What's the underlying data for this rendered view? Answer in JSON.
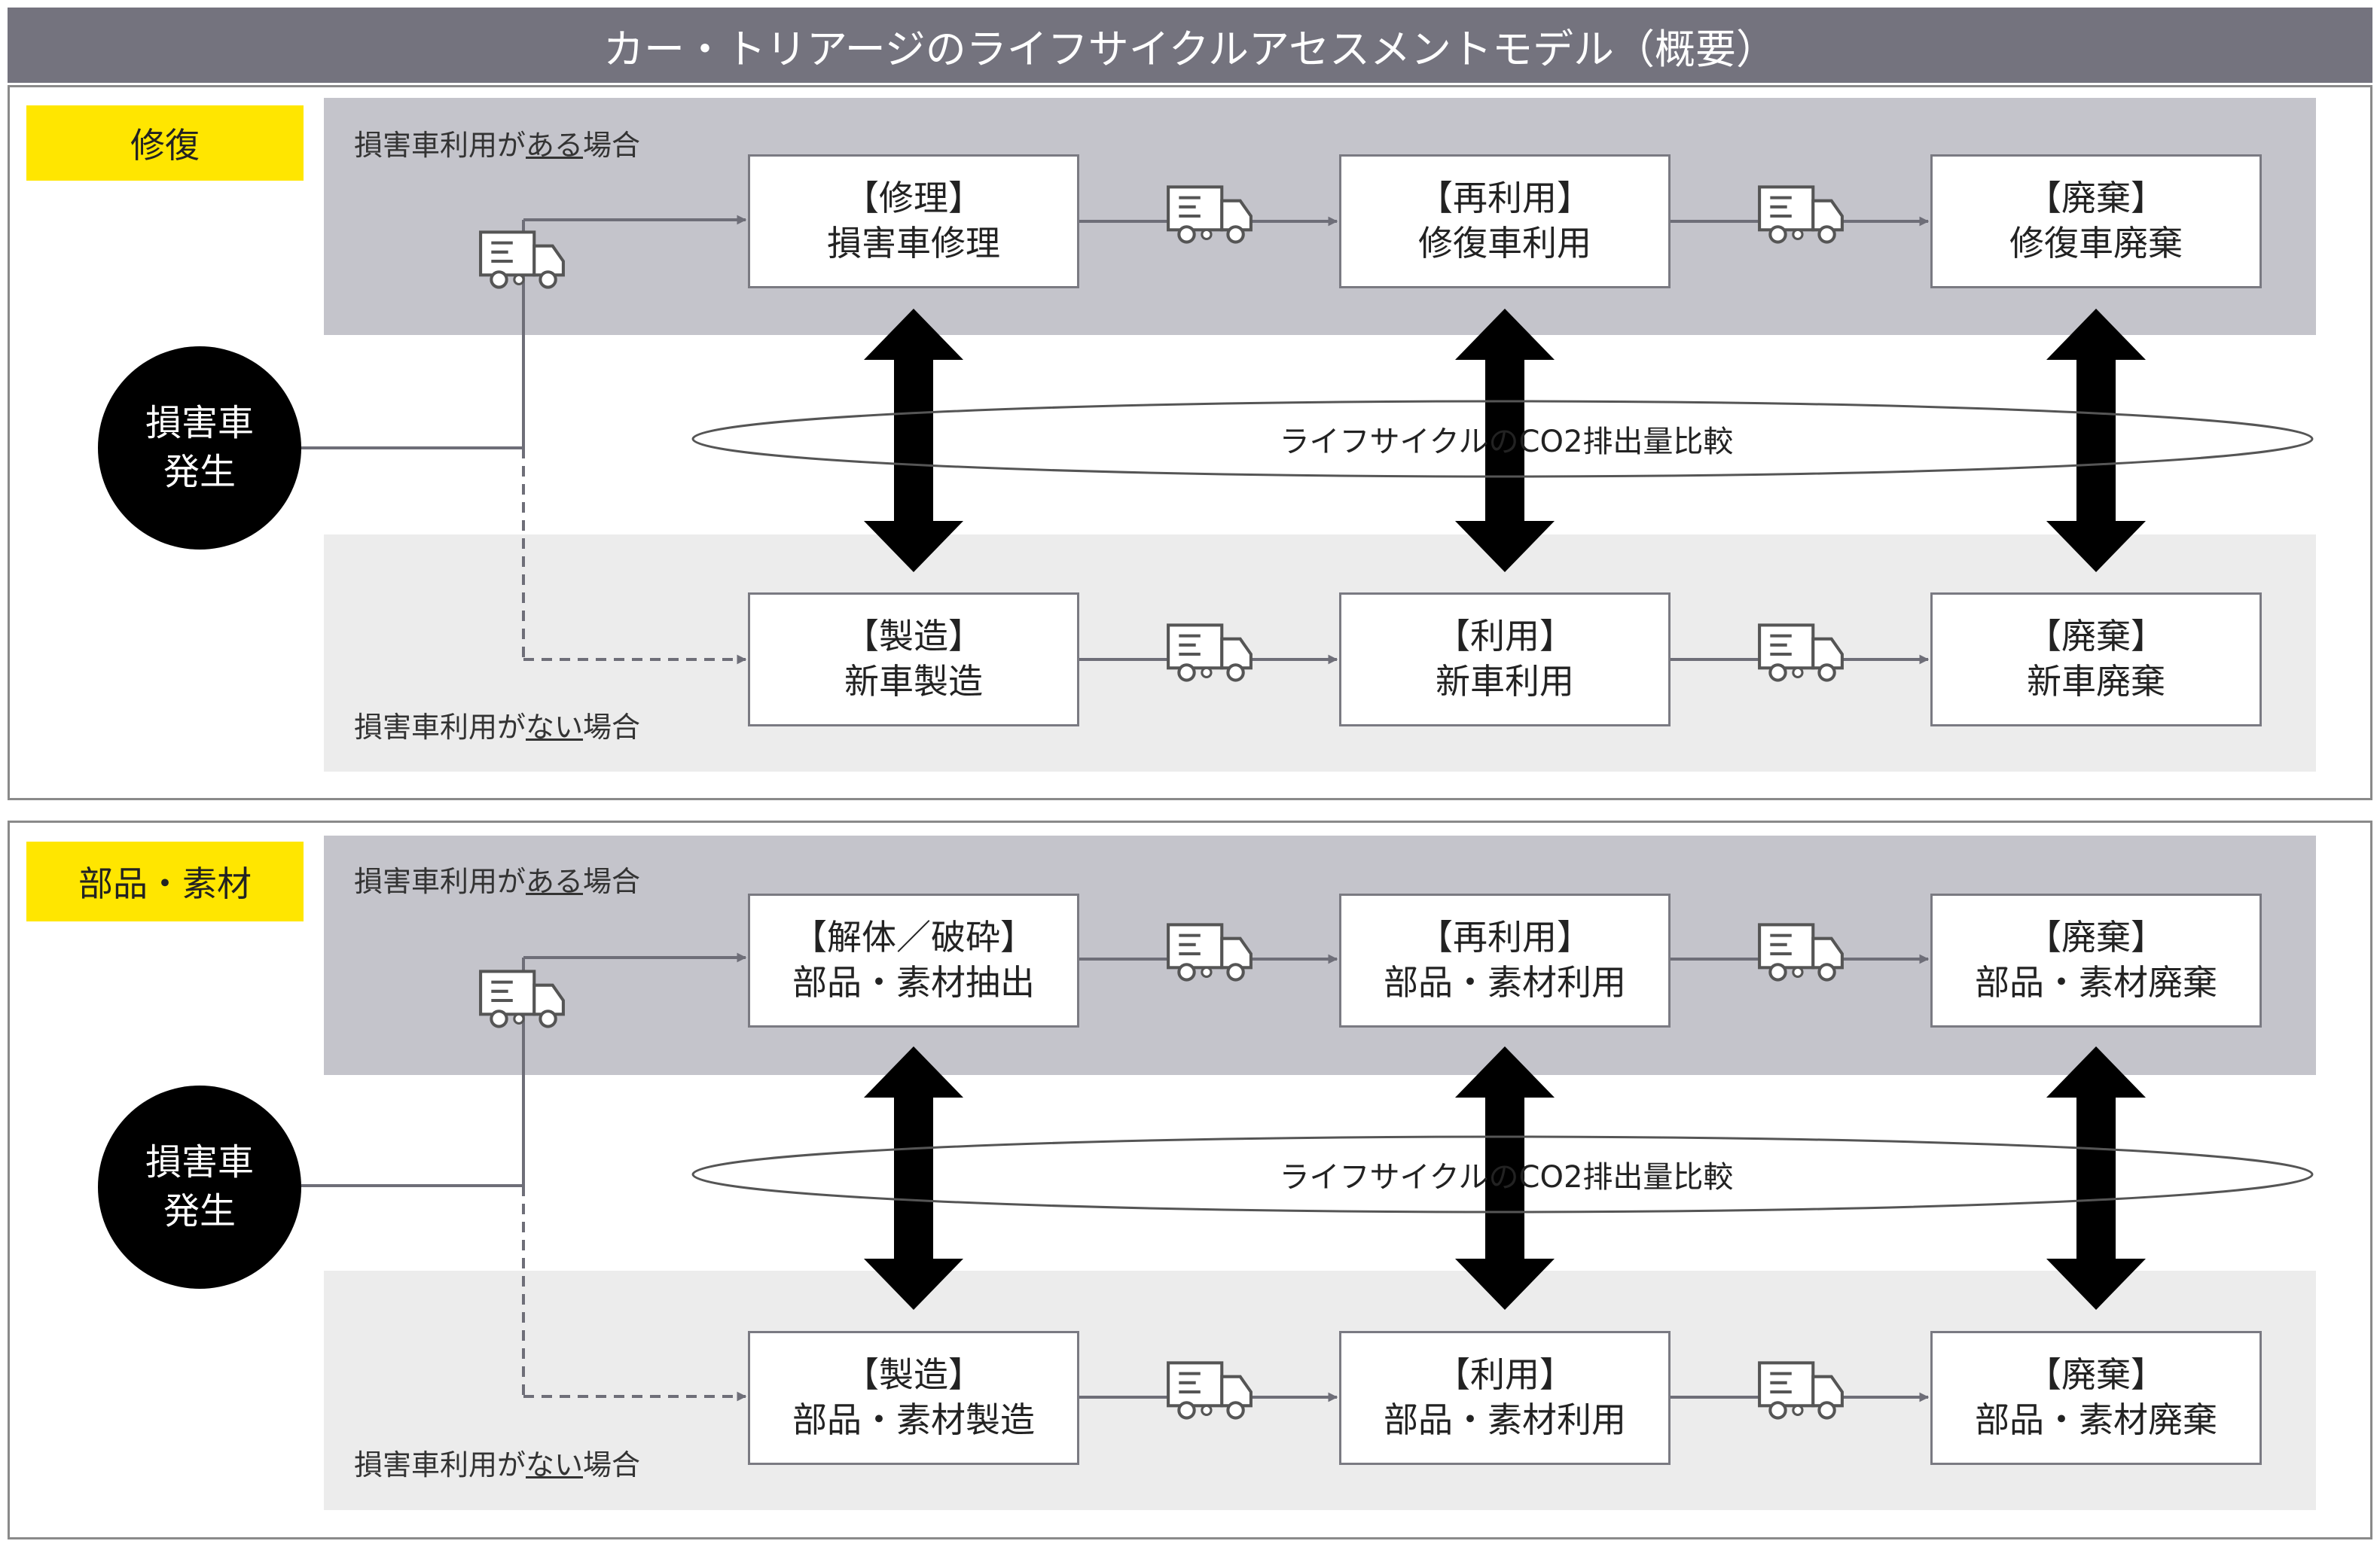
{
  "title": "カー・トリアージのライフサイクルアセスメントモデル（概要）",
  "sections": [
    {
      "tag": "修復",
      "source": [
        "損害車",
        "発生"
      ],
      "with_use": {
        "prefix": "損害車利用が",
        "emph": "ある",
        "suffix": "場合"
      },
      "without_use": {
        "prefix": "損害車利用が",
        "emph": "ない",
        "suffix": "場合"
      },
      "top_nodes": [
        {
          "kind": "【修理】",
          "name": "損害車修理"
        },
        {
          "kind": "【再利用】",
          "name": "修復車利用"
        },
        {
          "kind": "【廃棄】",
          "name": "修復車廃棄"
        }
      ],
      "bottom_nodes": [
        {
          "kind": "【製造】",
          "name": "新車製造"
        },
        {
          "kind": "【利用】",
          "name": "新車利用"
        },
        {
          "kind": "【廃棄】",
          "name": "新車廃棄"
        }
      ],
      "compare_label": "ライフサイクルのCO2排出量比較"
    },
    {
      "tag": "部品・素材",
      "source": [
        "損害車",
        "発生"
      ],
      "with_use": {
        "prefix": "損害車利用が",
        "emph": "ある",
        "suffix": "場合"
      },
      "without_use": {
        "prefix": "損害車利用が",
        "emph": "ない",
        "suffix": "場合"
      },
      "top_nodes": [
        {
          "kind": "【解体／破砕】",
          "name": "部品・素材抽出"
        },
        {
          "kind": "【再利用】",
          "name": "部品・素材利用"
        },
        {
          "kind": "【廃棄】",
          "name": "部品・素材廃棄"
        }
      ],
      "bottom_nodes": [
        {
          "kind": "【製造】",
          "name": "部品・素材製造"
        },
        {
          "kind": "【利用】",
          "name": "部品・素材利用"
        },
        {
          "kind": "【廃棄】",
          "name": "部品・素材廃棄"
        }
      ],
      "compare_label": "ライフサイクルのCO2排出量比較"
    }
  ],
  "icons": {
    "transport": "truck-icon",
    "compare": "double-arrow-icon"
  },
  "colors": {
    "title_bar": "#74737e",
    "tag": "#ffe600",
    "band_with": "#c4c4cb",
    "band_without": "#ececec",
    "connector": "#6e6e78"
  }
}
